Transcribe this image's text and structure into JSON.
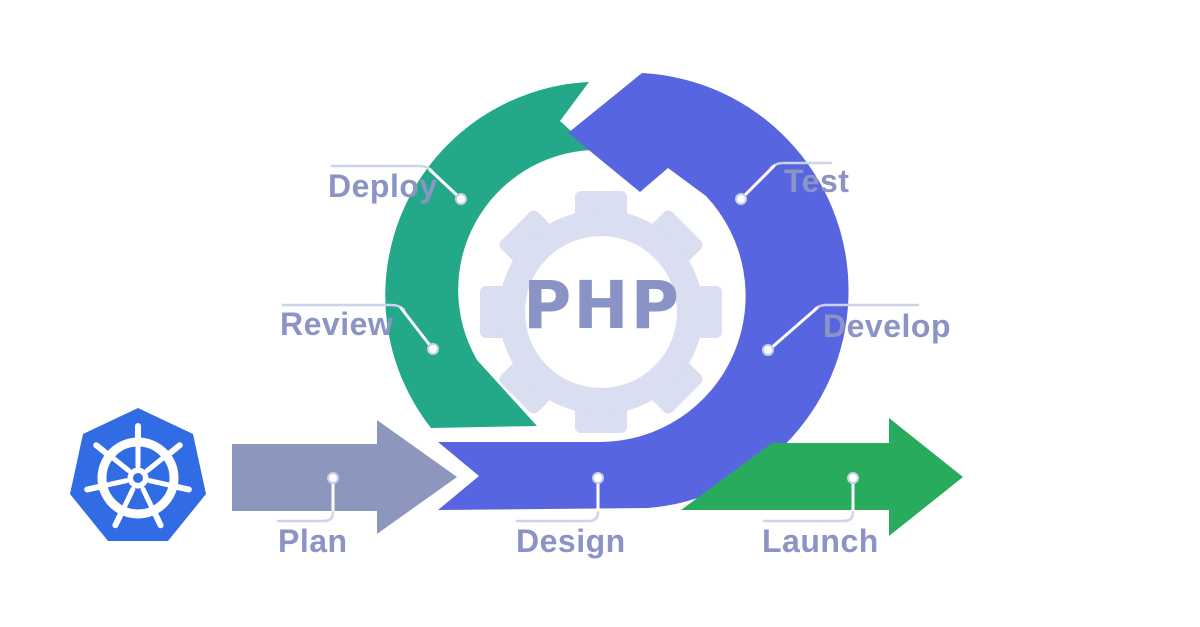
{
  "diagram": {
    "title": "agile-development-cycle",
    "center_label": "PHP",
    "stages": {
      "deploy": "Deploy",
      "test": "Test",
      "review": "Review",
      "develop": "Develop",
      "plan": "Plan",
      "design": "Design",
      "launch": "Launch"
    }
  },
  "icons": {
    "kubernetes": "kubernetes-helm-logo",
    "gear": "gear-cog"
  },
  "colors": {
    "teal_arc": "#23a98a",
    "blue_arc": "#5865e0",
    "gray_arrow": "#8d96bd",
    "launch_green": "#28ab5c",
    "kubernetes_blue": "#326ce5",
    "gear": "#d9def0",
    "label_text": "#8b94c4",
    "php_text": "#8a93c6",
    "callout_line": "#cdd4ea",
    "callout_dot_border": "#c7cfe6",
    "background": "#ffffff"
  }
}
